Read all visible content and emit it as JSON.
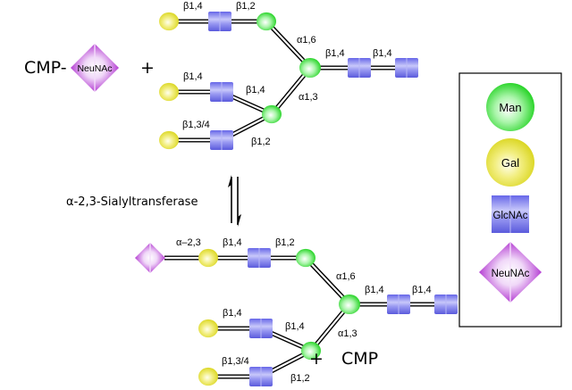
{
  "colors": {
    "man": "#22dd22",
    "gal": "#e6e21e",
    "glcnac": "#7777ee",
    "neunac": "#bb33dd",
    "bond": "#000000"
  },
  "reactant": {
    "donor_prefix": "CMP-",
    "donor_symbol_label": "NeuNAc",
    "plus": "+",
    "linkages": {
      "upper_arm_gal_glcnac": "β1,4",
      "upper_arm_glcnac_man": "β1,2",
      "man_alpha16": "α1,6",
      "core_man_glcnac": "β1,4",
      "core_glcnac_glcnac": "β1,4",
      "lower_arm1_gal_glcnac": "β1,4",
      "lower_arm1_glcnac_man": "β1,4",
      "man_alpha13": "α1,3",
      "lower_arm2_gal_glcnac": "β1,3/4",
      "lower_arm2_glcnac_man": "β1,2"
    }
  },
  "reaction": {
    "enzyme": "α-2,3-Sialyltransferase",
    "arrow": "equilibrium"
  },
  "product": {
    "linkages": {
      "neunac_gal": "α–2,3",
      "upper_arm_gal_glcnac": "β1,4",
      "upper_arm_glcnac_man": "β1,2",
      "man_alpha16": "α1,6",
      "core_man_glcnac": "β1,4",
      "core_glcnac_glcnac": "β1,4",
      "lower_arm1_gal_glcnac": "β1,4",
      "lower_arm1_glcnac_man": "β1,4",
      "man_alpha13": "α1,3",
      "lower_arm2_gal_glcnac": "β1,3/4",
      "lower_arm2_glcnac_man": "β1,2"
    },
    "plus": "+",
    "byproduct": "CMP"
  },
  "legend": {
    "items": [
      {
        "shape": "circle",
        "key": "man",
        "label": "Man"
      },
      {
        "shape": "circle",
        "key": "gal",
        "label": "Gal"
      },
      {
        "shape": "square",
        "key": "glcnac",
        "label": "GlcNAc"
      },
      {
        "shape": "diamond",
        "key": "neunac",
        "label": "NeuNAc"
      }
    ]
  }
}
